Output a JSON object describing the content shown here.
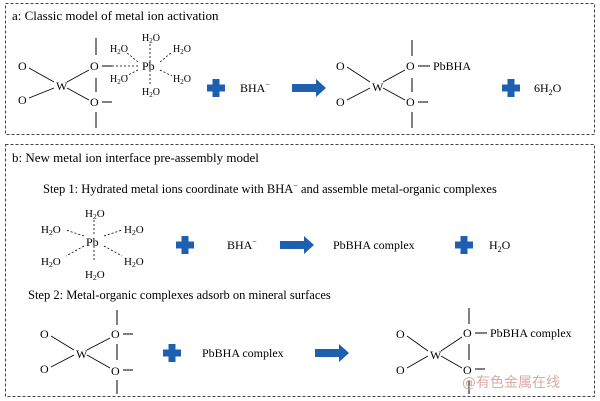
{
  "panel_a": {
    "title": "a: Classic model of metal ion activation",
    "surface": {
      "o1": "O",
      "o2": "O",
      "w": "W",
      "o3": "O",
      "o4": "O"
    },
    "hydrated": {
      "pb": "Pb",
      "water": "H",
      "water_sub": "2",
      "water_o": "O"
    },
    "reagent": "BHA",
    "reagent_charge": "−",
    "product": {
      "o1": "O",
      "o2": "O",
      "w": "W",
      "o3": "O",
      "o4": "O",
      "ligand": "PbBHA"
    },
    "byproduct_coef": "6H",
    "byproduct_sub": "2",
    "byproduct_o": "O"
  },
  "panel_b": {
    "title": "b: New metal ion interface pre-assembly model",
    "step1": {
      "label_pre": "Step 1: Hydrated metal ions coordinate with BHA",
      "label_charge": "−",
      "label_post": " and assemble metal-organic complexes",
      "hydrated": {
        "pb": "Pb",
        "water": "H",
        "water_sub": "2",
        "water_o": "O"
      },
      "reagent": "BHA",
      "reagent_charge": "−",
      "product": "PbBHA complex",
      "byproduct": "H",
      "byproduct_sub": "2",
      "byproduct_o": "O"
    },
    "step2": {
      "label": "Step 2: Metal-organic complexes adsorb on mineral surfaces",
      "surface": {
        "o1": "O",
        "o2": "O",
        "w": "W",
        "o3": "O",
        "o4": "O"
      },
      "reagent": "PbBHA complex",
      "product": {
        "o1": "O",
        "o2": "O",
        "w": "W",
        "o3": "O",
        "o4": "O",
        "ligand": "PbBHA complex"
      }
    }
  },
  "watermark": "@有色金属在线",
  "colors": {
    "plus": "#1f5fb0",
    "arrow": "#1f5fb0",
    "border": "#444444",
    "watermark": "#d9aaa7"
  }
}
